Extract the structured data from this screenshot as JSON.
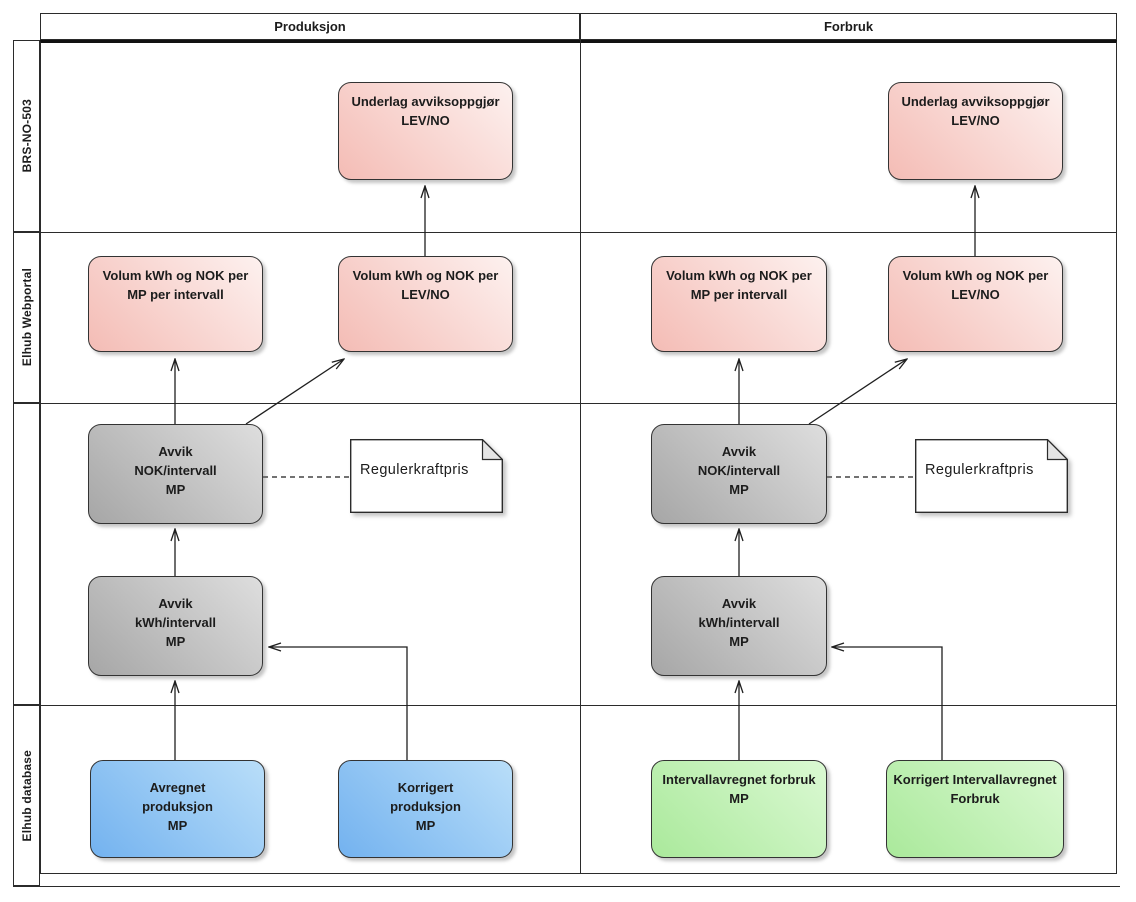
{
  "header": {
    "produksjon": "Produksjon",
    "forbruk": "Forbruk"
  },
  "lanes": {
    "lane1": "BRS-NO-503",
    "lane2": "Elhub Webportal",
    "lane3": "",
    "lane4": "Elhub database"
  },
  "nodes": {
    "prod_underlag": "Underlag avviksoppgjør\nLEV/NO",
    "prod_volum_mp": "Volum kWh og NOK per\nMP per intervall",
    "prod_volum_lev": "Volum kWh og NOK per\nLEV/NO",
    "prod_avvik_nok": "Avvik\nNOK/intervall\nMP",
    "prod_note": "Regulerkraftpris",
    "prod_avvik_kwh": "Avvik\nkWh/intervall\nMP",
    "prod_avregnet": "Avregnet\nproduksjon\nMP",
    "prod_korrigert": "Korrigert\nproduksjon\nMP",
    "forb_underlag": "Underlag avviksoppgjør\nLEV/NO",
    "forb_volum_mp": "Volum kWh og NOK per\nMP per intervall",
    "forb_volum_lev": "Volum kWh og NOK per\nLEV/NO",
    "forb_avvik_nok": "Avvik\nNOK/intervall\nMP",
    "forb_note": "Regulerkraftpris",
    "forb_avvik_kwh": "Avvik\nkWh/intervall\nMP",
    "forb_intervallavregnet": "Intervallavregnet forbruk\nMP",
    "forb_korr_intervall": "Korrigert Intervallavregnet\nForbruk"
  },
  "colors": {
    "node_pink": "#f4bcb5",
    "node_gray": "#a6a6a6",
    "node_blue": "#73b2ef",
    "node_green": "#aae99b",
    "border": "#2b2b2b",
    "background": "#ffffff"
  }
}
